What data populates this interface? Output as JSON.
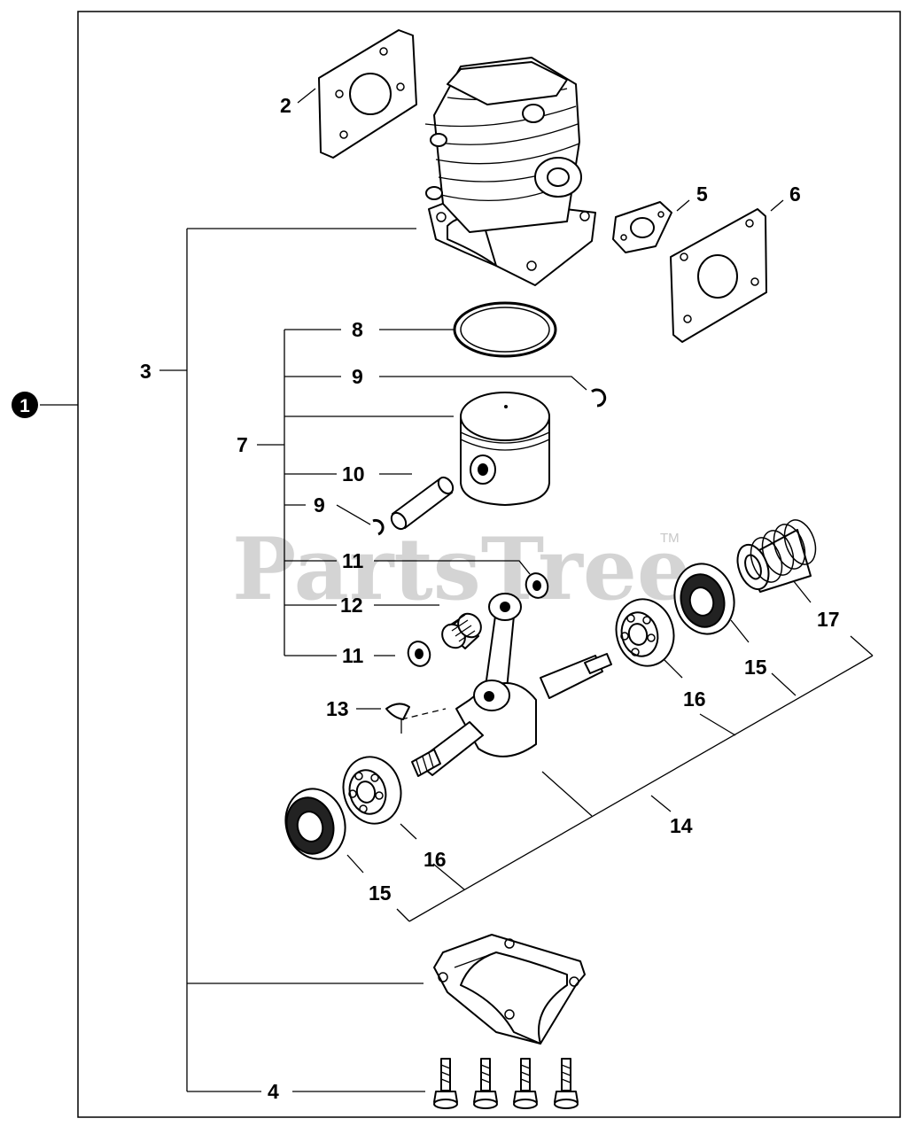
{
  "watermark": {
    "text": "PartsTree",
    "tm": "TM"
  },
  "assembly_marker": {
    "number": "1"
  },
  "callouts": {
    "c2": "2",
    "c3": "3",
    "c4": "4",
    "c5": "5",
    "c6": "6",
    "c7": "7",
    "c8": "8",
    "c9a": "9",
    "c9b": "9",
    "c10": "10",
    "c11a": "11",
    "c11b": "11",
    "c12": "12",
    "c13": "13",
    "c14": "14",
    "c15a": "15",
    "c15b": "15",
    "c16a": "16",
    "c16b": "16",
    "c17": "17"
  },
  "colors": {
    "line": "#000000",
    "background": "#ffffff",
    "watermark": "#d4d4d4"
  }
}
